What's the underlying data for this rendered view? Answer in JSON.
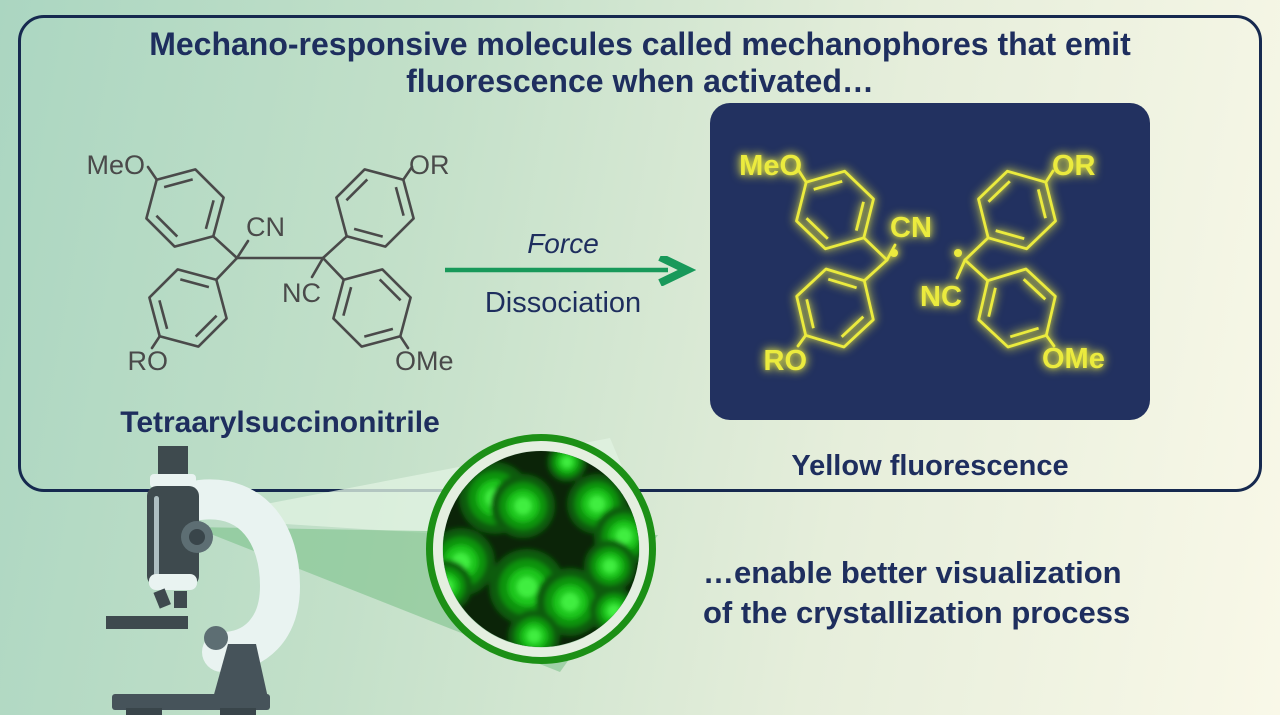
{
  "title": {
    "line1": "Mechano-responsive molecules called mechanophores that emit",
    "line2": "fluorescence when activated…"
  },
  "reactant": {
    "caption": "Tetraarylsuccinonitrile",
    "labels": {
      "meo": "MeO",
      "or": "OR",
      "cn": "CN",
      "nc": "NC",
      "ro": "RO",
      "ome": "OMe"
    }
  },
  "arrow": {
    "top_label": "Force",
    "bottom_label": "Dissociation"
  },
  "product": {
    "caption": "Yellow fluorescence",
    "labels": {
      "meo": "MeO",
      "or": "OR",
      "cn": "CN",
      "nc": "NC",
      "ro": "RO",
      "ome": "OMe"
    }
  },
  "bottom": {
    "line1": "…enable better visualization",
    "line2": "of the crystallization process"
  },
  "colors": {
    "background_left": "#abd6c1",
    "background_right": "#f9f8e8",
    "navy_text": "#1e2e5e",
    "frame_border": "#16294f",
    "arrow_green": "#18995a",
    "box_navy": "#223160",
    "molecule_gray": "#4a4a4a",
    "fluorescent_yellow": "#ebeb3e",
    "micrograph_green": "#1ac61a"
  }
}
